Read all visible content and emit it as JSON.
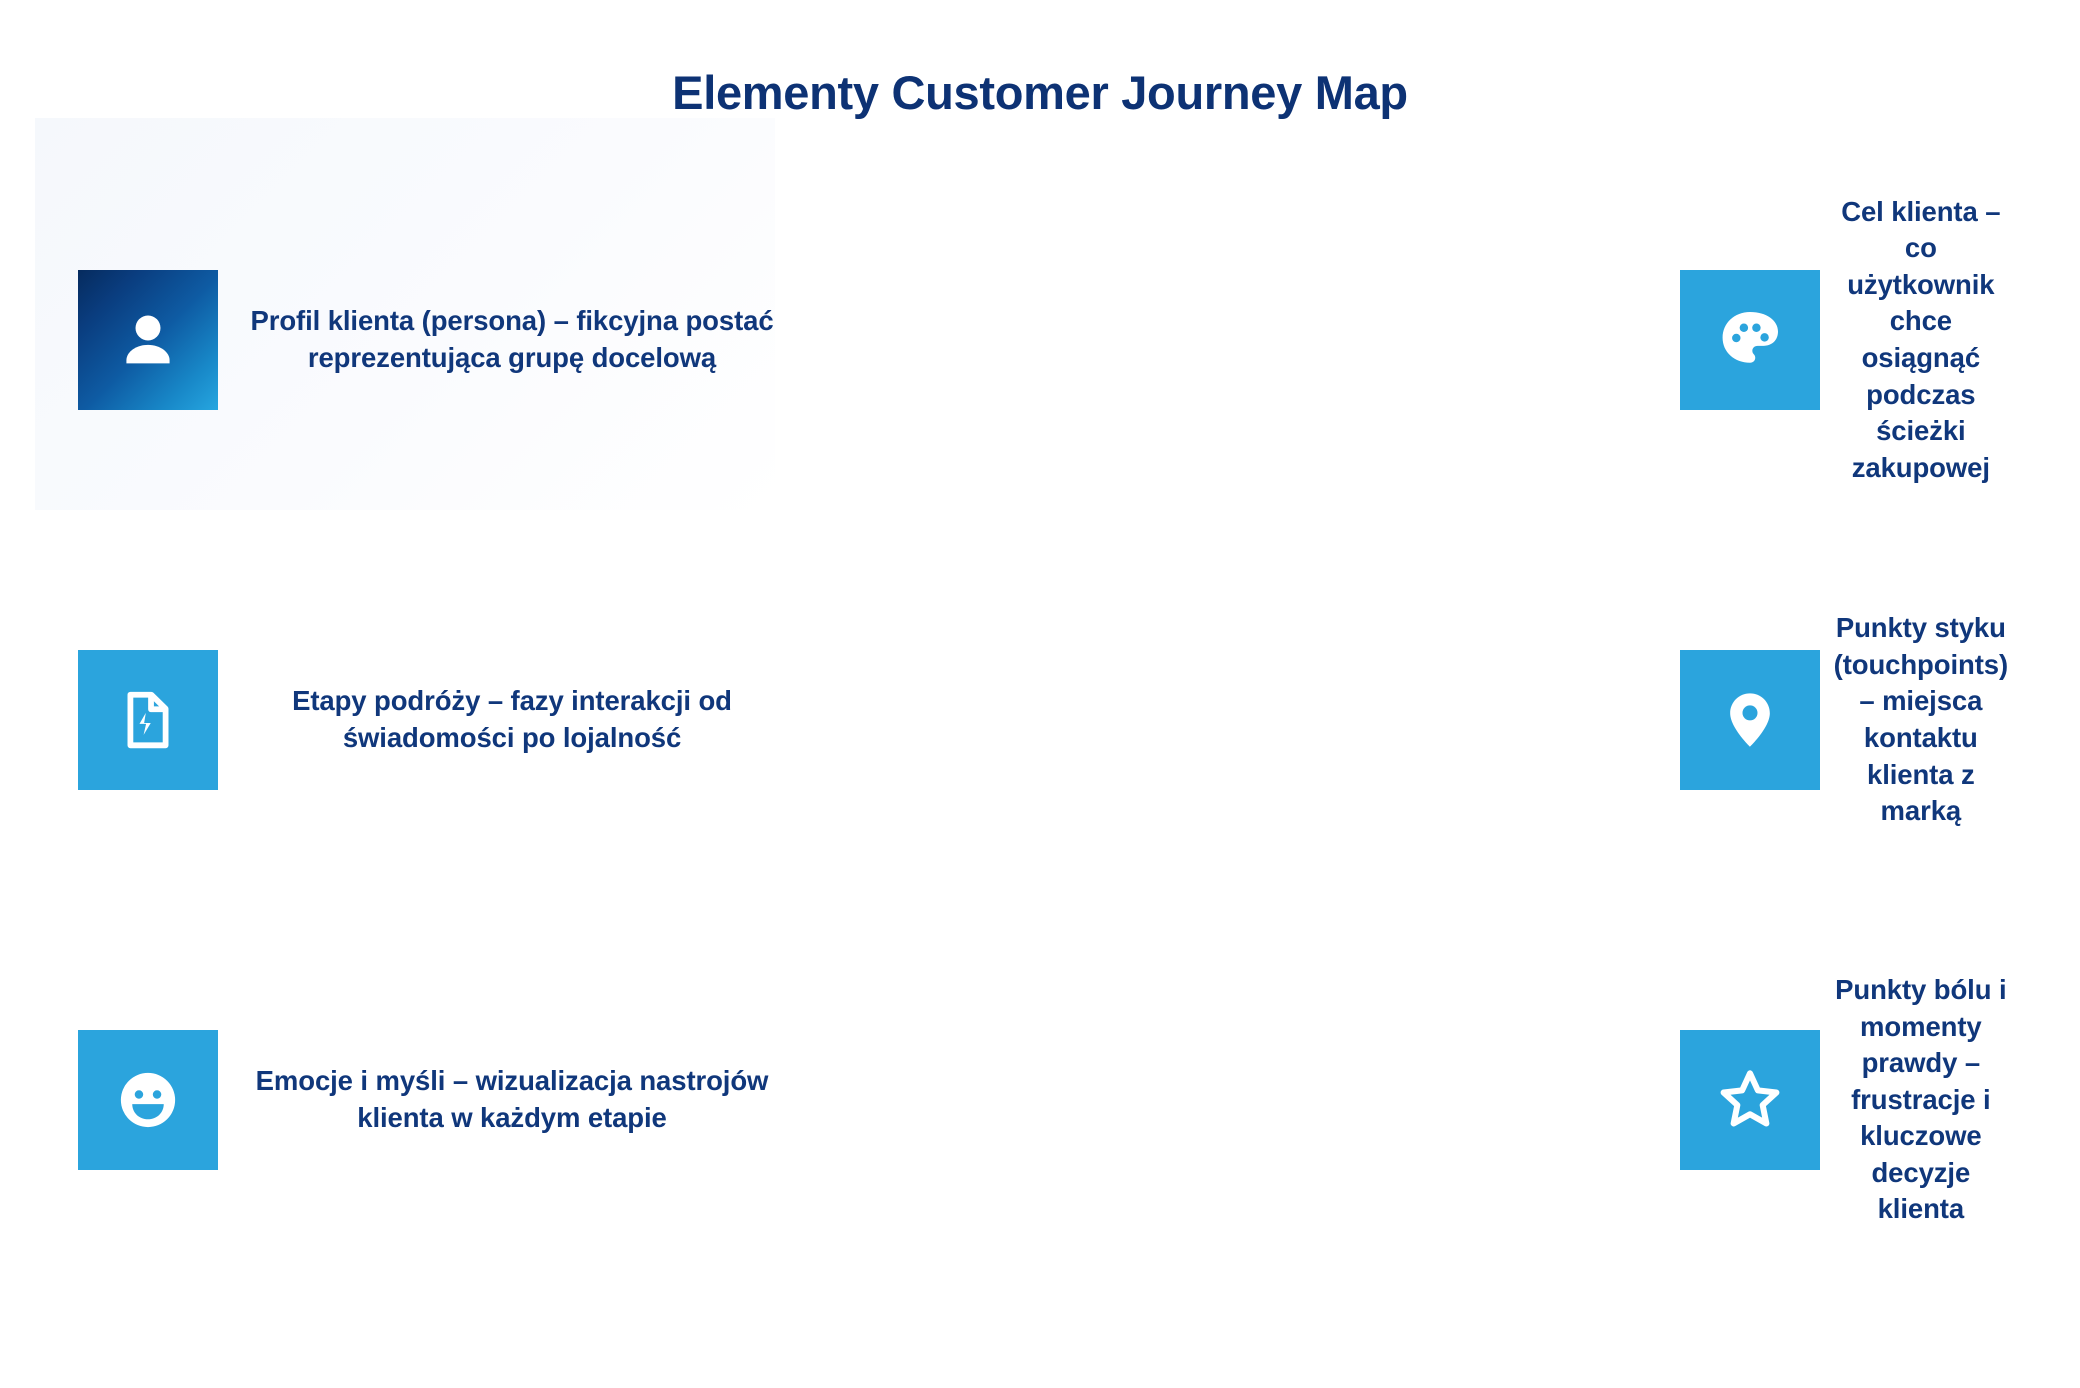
{
  "page": {
    "title": "Elementy Customer Journey Map",
    "title_color": "#0d3274",
    "text_color": "#10377b",
    "accent_color": "#2ba4dd",
    "gradient_from": "#062b5e",
    "gradient_to": "#26a6e0",
    "panel_color": "#f5f8fc",
    "background": "#ffffff"
  },
  "items": [
    {
      "icon": "person-icon",
      "text": "Profil klienta (persona) – fikcyjna postać reprezentująca grupę docelową",
      "column": "left",
      "row": 1,
      "highlighted": true
    },
    {
      "icon": "palette-icon",
      "text": "Cel klienta – co użytkownik chce osiągnąć podczas ścieżki zakupowej",
      "column": "right",
      "row": 1,
      "highlighted": false
    },
    {
      "icon": "document-bolt-icon",
      "text": "Etapy podróży – fazy interakcji od świadomości po lojalność",
      "column": "left",
      "row": 2,
      "highlighted": false
    },
    {
      "icon": "location-pin-icon",
      "text": "Punkty styku (touchpoints) – miejsca kontaktu klienta z marką",
      "column": "right",
      "row": 2,
      "highlighted": false
    },
    {
      "icon": "smiley-face-icon",
      "text": "Emocje i myśli – wizualizacja nastrojów klienta w każdym etapie",
      "column": "left",
      "row": 3,
      "highlighted": false
    },
    {
      "icon": "star-outline-icon",
      "text": "Punkty bólu i momenty prawdy – frustracje i kluczowe decyzje klienta",
      "column": "right",
      "row": 3,
      "highlighted": false
    }
  ]
}
